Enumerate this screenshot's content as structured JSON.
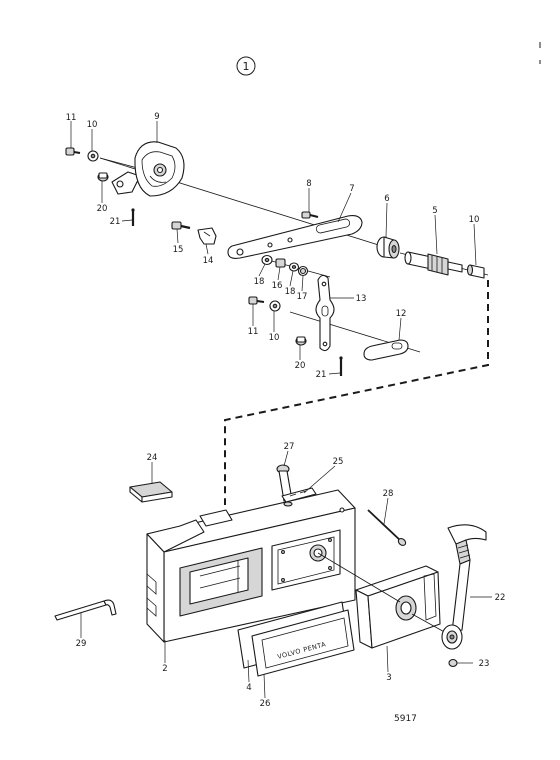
{
  "figure": {
    "number": "1",
    "reference": "5917"
  },
  "brand_plate_text": "VOLVO PENTA",
  "callouts": {
    "c1": "1",
    "c2": "2",
    "c3": "3",
    "c4": "4",
    "c5": "5",
    "c6": "6",
    "c7": "7",
    "c8": "8",
    "c9": "9",
    "c10": "10",
    "c10b": "10",
    "c10c": "10",
    "c11": "11",
    "c11b": "11",
    "c12": "12",
    "c13": "13",
    "c14": "14",
    "c15": "15",
    "c16": "16",
    "c17": "17",
    "c18": "18",
    "c18b": "18",
    "c20": "20",
    "c20b": "20",
    "c21": "21",
    "c21b": "21",
    "c22": "22",
    "c23": "23",
    "c24": "24",
    "c25": "25",
    "c26": "26",
    "c27": "27",
    "c28": "28",
    "c29": "29"
  }
}
